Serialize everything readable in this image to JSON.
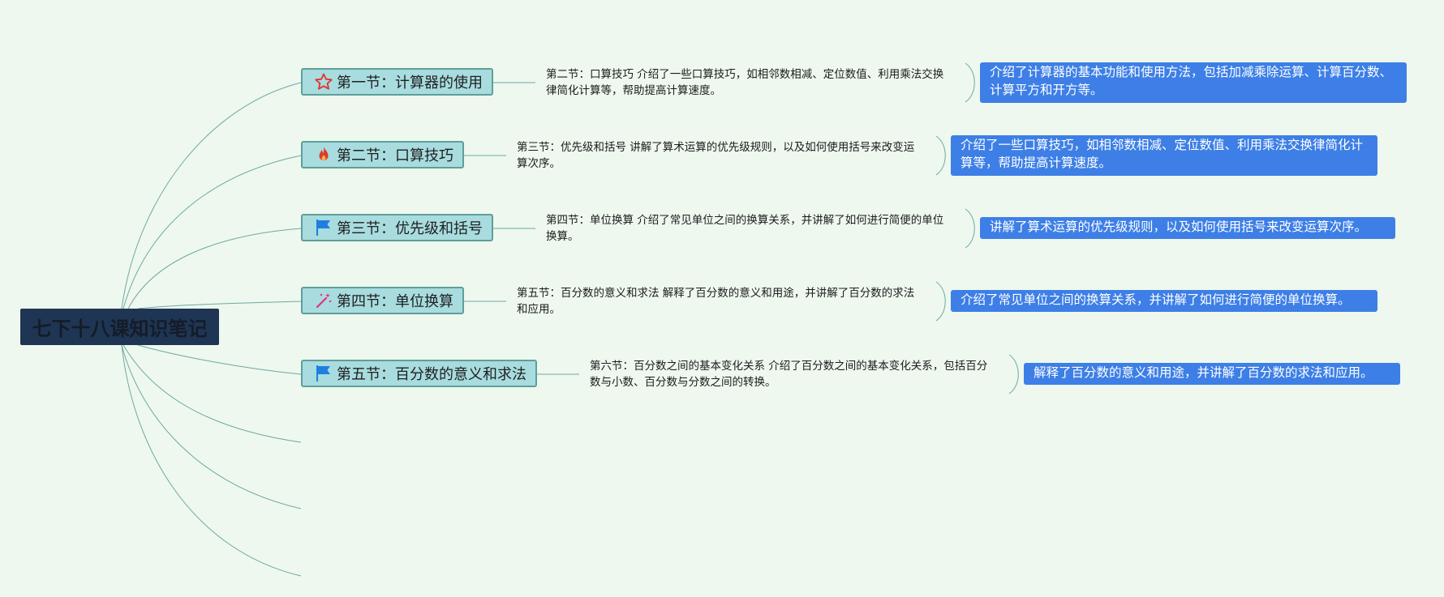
{
  "root": {
    "title": "七下十八课知识笔记"
  },
  "topics": [
    {
      "label": "第一节：计算器的使用",
      "icon": "star-outline-icon",
      "sub": "第二节：口算技巧 介绍了一些口算技巧，如相邻数相减、定位数值、利用乘法交换律简化计算等，帮助提高计算速度。",
      "note": "介绍了计算器的基本功能和使用方法，包括加减乘除运算、计算百分数、计算平方和开方等。"
    },
    {
      "label": "第二节：口算技巧",
      "icon": "fire-icon",
      "sub": "第三节：优先级和括号 讲解了算术运算的优先级规则，以及如何使用括号来改变运算次序。",
      "note": "介绍了一些口算技巧，如相邻数相减、定位数值、利用乘法交换律简化计算等，帮助提高计算速度。"
    },
    {
      "label": "第三节：优先级和括号",
      "icon": "flag-icon",
      "sub": "第四节：单位换算 介绍了常见单位之间的换算关系，并讲解了如何进行简便的单位换算。",
      "note": "讲解了算术运算的优先级规则，以及如何使用括号来改变运算次序。"
    },
    {
      "label": "第四节：单位换算",
      "icon": "magic-wand-icon",
      "sub": "第五节：百分数的意义和求法 解释了百分数的意义和用途，并讲解了百分数的求法和应用。",
      "note": "介绍了常见单位之间的换算关系，并讲解了如何进行简便的单位换算。"
    },
    {
      "label": "第五节：百分数的意义和求法",
      "icon": "flag-icon",
      "sub": "第六节：百分数之间的基本变化关系 介绍了百分数之间的基本变化关系，包括百分数与小数、百分数与分数之间的转换。",
      "note": "解释了百分数的意义和用途，并讲解了百分数的求法和应用。"
    }
  ],
  "colors": {
    "background": "#eef8ef",
    "root_fill": "#1f3554",
    "topic_fill": "#a8dcdf",
    "topic_border": "#5f9f99",
    "note_fill": "#3d7fe6",
    "link": "#5f9f99"
  }
}
